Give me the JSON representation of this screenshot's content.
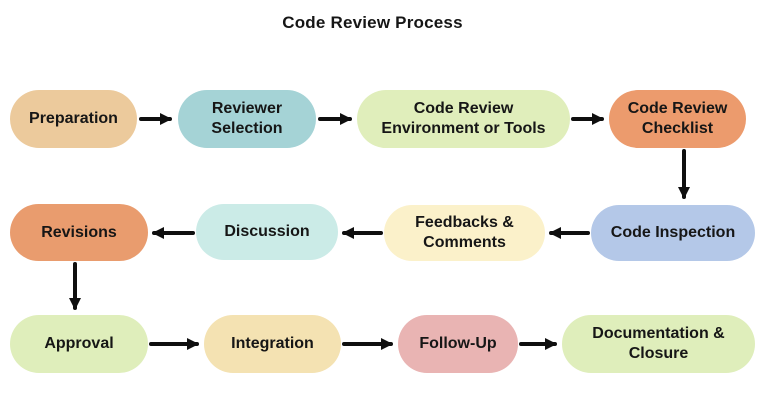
{
  "title": "Code Review Process",
  "canvas": {
    "background": "#ffffff",
    "arrow_color": "#0f0f0f",
    "text_color": "#161616"
  },
  "nodes": [
    {
      "id": "preparation",
      "label": "Preparation",
      "color": "#ecca9c"
    },
    {
      "id": "reviewer-selection",
      "label": "Reviewer Selection",
      "color": "#a5d3d6"
    },
    {
      "id": "code-review-environment",
      "label": "Code Review Environment or Tools",
      "color": "#e0eebb"
    },
    {
      "id": "code-review-checklist",
      "label": "Code Review Checklist",
      "color": "#ec9b6d"
    },
    {
      "id": "code-inspection",
      "label": "Code Inspection",
      "color": "#b4c8e8"
    },
    {
      "id": "feedbacks-comments",
      "label": "Feedbacks & Comments",
      "color": "#fbf1ca"
    },
    {
      "id": "discussion",
      "label": "Discussion",
      "color": "#cbebe7"
    },
    {
      "id": "revisions",
      "label": "Revisions",
      "color": "#e99c6e"
    },
    {
      "id": "approval",
      "label": "Approval",
      "color": "#dfeebb"
    },
    {
      "id": "integration",
      "label": "Integration",
      "color": "#f4e2b2"
    },
    {
      "id": "follow-up",
      "label": "Follow-Up",
      "color": "#e9b4b3"
    },
    {
      "id": "documentation-closure",
      "label": "Documentation & Closure",
      "color": "#dfeebb"
    }
  ],
  "edges": [
    {
      "from": "preparation",
      "to": "reviewer-selection",
      "direction": "right"
    },
    {
      "from": "reviewer-selection",
      "to": "code-review-environment",
      "direction": "right"
    },
    {
      "from": "code-review-environment",
      "to": "code-review-checklist",
      "direction": "right"
    },
    {
      "from": "code-review-checklist",
      "to": "code-inspection",
      "direction": "down"
    },
    {
      "from": "code-inspection",
      "to": "feedbacks-comments",
      "direction": "left"
    },
    {
      "from": "feedbacks-comments",
      "to": "discussion",
      "direction": "left"
    },
    {
      "from": "discussion",
      "to": "revisions",
      "direction": "left"
    },
    {
      "from": "revisions",
      "to": "approval",
      "direction": "down"
    },
    {
      "from": "approval",
      "to": "integration",
      "direction": "right"
    },
    {
      "from": "integration",
      "to": "follow-up",
      "direction": "right"
    },
    {
      "from": "follow-up",
      "to": "documentation-closure",
      "direction": "right"
    }
  ]
}
